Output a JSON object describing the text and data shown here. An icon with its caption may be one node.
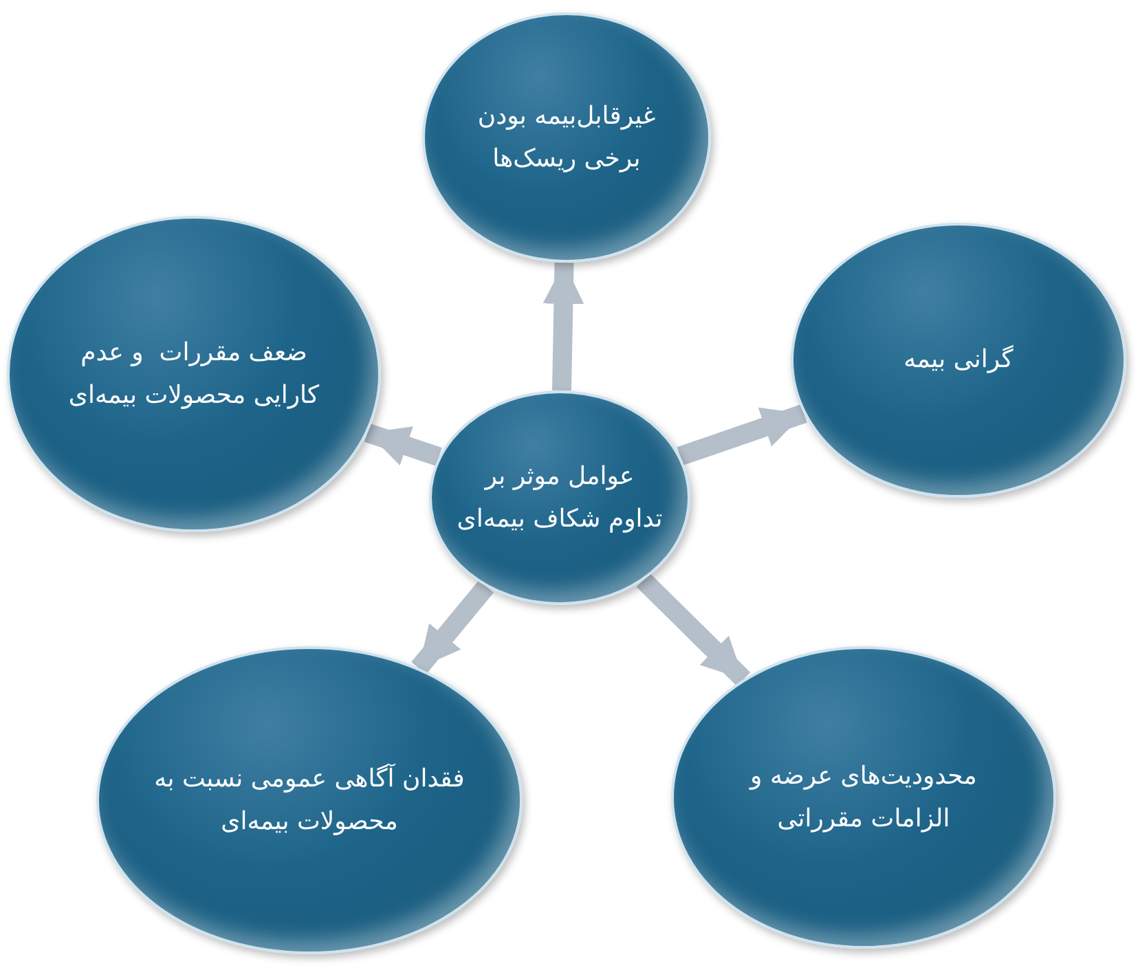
{
  "diagram": {
    "nodes": [
      {
        "text": [
          "عوامل موثر بر تداوم شکاف بیمه‌ای"
        ]
      },
      {
        "text": [
          "غیرقابل‌بیمه بودن برخی ریسک‌ها"
        ]
      },
      {
        "text": [
          "گرانی بیمه"
        ]
      },
      {
        "text": [
          "محدودیت‌های عرضه و الزامات مقرراتی"
        ]
      },
      {
        "text": [
          "فقدان آگاهی عمومی نسبت به محصولات بیمه‌ای"
        ]
      },
      {
        "text": [
          "ضعف مقررات  و عدم کارایی محصولات بیمه‌ای"
        ]
      }
    ],
    "edges": [
      {
        "from": 0,
        "to": 1,
        "arrow": "to"
      },
      {
        "from": 0,
        "to": 2,
        "arrow": "to"
      },
      {
        "from": 0,
        "to": 3,
        "arrow": "to"
      },
      {
        "from": 0,
        "to": 4,
        "arrow": "to"
      },
      {
        "from": 0,
        "to": 5,
        "arrow": "to"
      }
    ]
  }
}
